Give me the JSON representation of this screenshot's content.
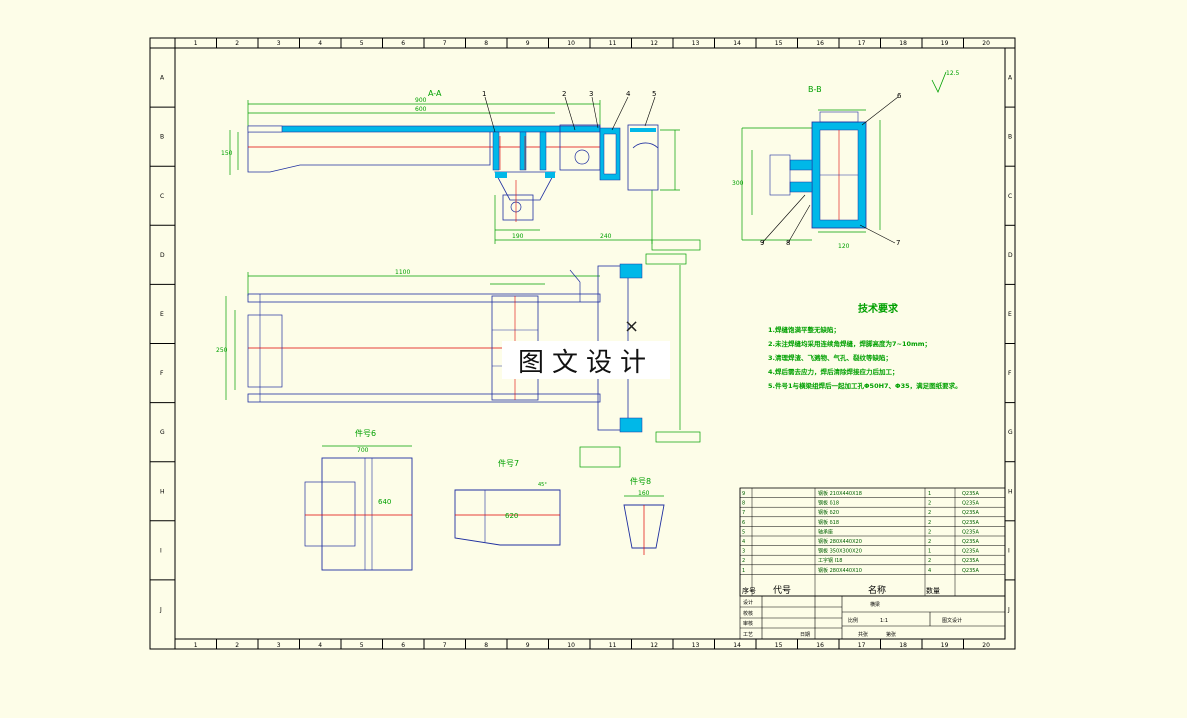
{
  "colors": {
    "background": "#fdfde8",
    "frame": "#000000",
    "dimension": "#00a000",
    "section_fill": "#00b8e8",
    "center_line": "#e00000",
    "outline": "#2030a0",
    "title_text": "#00a000",
    "table_text": "#006000"
  },
  "frame": {
    "col_numbers": [
      "1",
      "2",
      "3",
      "4",
      "5",
      "6",
      "7",
      "8",
      "9",
      "10",
      "11",
      "12",
      "13",
      "14",
      "15",
      "16",
      "17",
      "18",
      "19",
      "20"
    ],
    "row_letters": [
      "A",
      "B",
      "C",
      "D",
      "E",
      "F",
      "G",
      "H",
      "I",
      "J"
    ]
  },
  "views": {
    "section_aa": "A-A",
    "section_bb": "B-B",
    "part6_label": "件号6",
    "part7_label": "件号7",
    "part8_label": "件号8"
  },
  "balloons": [
    "1",
    "2",
    "3",
    "4",
    "5",
    "6",
    "7",
    "8",
    "9"
  ],
  "dims": {
    "top_overall": "900",
    "top_span": "600",
    "plan_length": "1100",
    "plan_width": "250",
    "side_height": "150",
    "bottom_a": "190",
    "bottom_b": "240",
    "part6_width": "700",
    "part6_len": "640",
    "part7_len": "620",
    "part8_top": "160",
    "section_h": "300",
    "section_w": "120",
    "roughness": "12.5",
    "angle": "45°"
  },
  "technical_requirements": {
    "title": "技术要求",
    "items": [
      "1.焊缝饱满平整无缺陷；",
      "2.未注焊缝均采用连续角焊缝，焊脚高度为7~10mm；",
      "3.清理焊渣、飞溅物、气孔、裂纹等缺陷；",
      "4.焊后需去应力，焊后清除焊接应力后加工；",
      "5.件号1与横梁组焊后一起加工孔Φ50H7、Φ35，满足图纸要求。"
    ]
  },
  "parts_list": {
    "rows": [
      {
        "no": "9",
        "name": "钢板 210X440X18",
        "qty": "1",
        "mat": "Q235A"
      },
      {
        "no": "8",
        "name": "钢板 δ18",
        "qty": "2",
        "mat": "Q235A"
      },
      {
        "no": "7",
        "name": "钢板 δ20",
        "qty": "2",
        "mat": "Q235A"
      },
      {
        "no": "6",
        "name": "钢板 δ18",
        "qty": "2",
        "mat": "Q235A"
      },
      {
        "no": "5",
        "name": "轴承座",
        "qty": "2",
        "mat": "Q235A"
      },
      {
        "no": "4",
        "name": "钢板 280X440X20",
        "qty": "2",
        "mat": "Q235A"
      },
      {
        "no": "3",
        "name": "钢板 350X300X20",
        "qty": "1",
        "mat": "Q235A"
      },
      {
        "no": "2",
        "name": "工字钢 I18",
        "qty": "2",
        "mat": "Q235A"
      },
      {
        "no": "1",
        "name": "钢板 280X440X10",
        "qty": "4",
        "mat": "Q235A"
      }
    ],
    "header": {
      "no": "序号",
      "code": "代号",
      "name": "名称",
      "qty": "数量",
      "mat": ""
    }
  },
  "title_block": {
    "designer": "设计",
    "checker": "校核",
    "approver": "审核",
    "process": "工艺",
    "date": "日期",
    "drawing_name": "横梁",
    "scale_label": "比例",
    "scale": "1:1",
    "company": "图文设计",
    "sheet_label": "共张",
    "sheet_no": "第张"
  },
  "watermark": {
    "text": "图文设计",
    "close": "×"
  }
}
